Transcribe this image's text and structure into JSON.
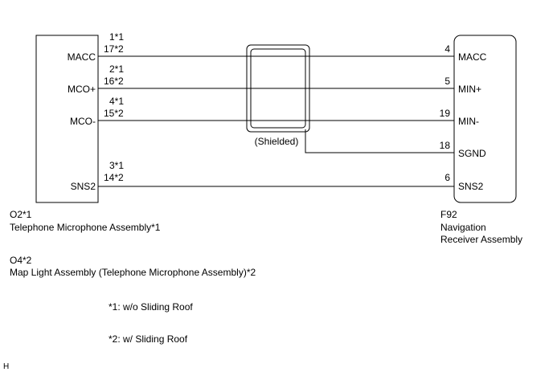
{
  "left_component": {
    "pins": [
      "MACC",
      "MCO+",
      "MCO-",
      "SNS2"
    ],
    "pin_numbers": [
      {
        "a": "1*1",
        "b": "17*2"
      },
      {
        "a": "2*1",
        "b": "16*2"
      },
      {
        "a": "4*1",
        "b": "15*2"
      },
      {
        "a": "3*1",
        "b": "14*2"
      }
    ],
    "id_1": "O2*1",
    "name_1": "Telephone Microphone Assembly*1",
    "id_2": "O4*2",
    "name_2": "Map Light Assembly (Telephone Microphone Assembly)*2"
  },
  "right_component": {
    "pins": [
      "MACC",
      "MIN+",
      "MIN-",
      "SGND",
      "SNS2"
    ],
    "pin_numbers": [
      "4",
      "5",
      "19",
      "18",
      "6"
    ],
    "id": "F92",
    "name_line1": "Navigation",
    "name_line2": "Receiver Assembly"
  },
  "shield_label": "(Shielded)",
  "notes": [
    "*1: w/o Sliding Roof",
    "*2: w/ Sliding Roof"
  ],
  "corner_mark": "H"
}
